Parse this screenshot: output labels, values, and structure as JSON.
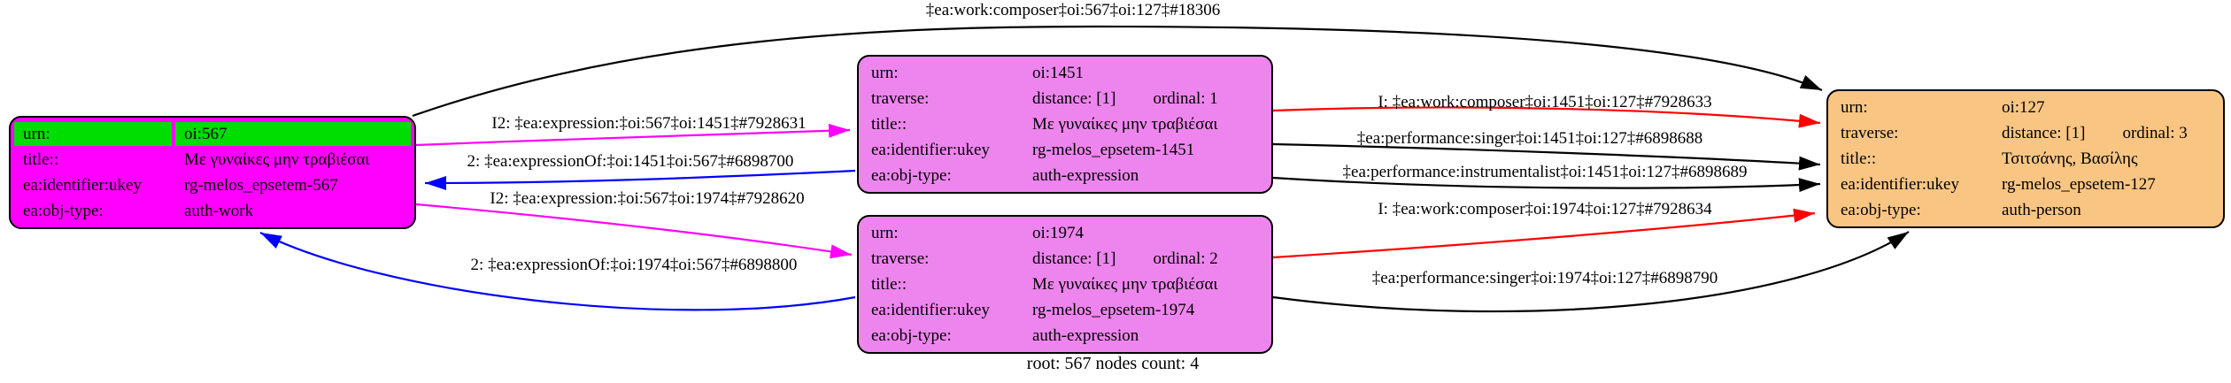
{
  "graph": {
    "caption": "root: 567 nodes count: 4",
    "colors": {
      "background": "#ffffff",
      "edge_black": "#000000",
      "edge_red": "#ff0000",
      "edge_magenta": "#ff00ff",
      "edge_blue": "#0000ff",
      "node_work_fill": "#ff00ff",
      "node_work_header_fill": "#00dd00",
      "node_expression_fill": "#ee85ee",
      "node_person_fill": "#f9c583",
      "node_border": "#000000"
    },
    "nodes": [
      {
        "id": "oi:567",
        "type": "auth-work",
        "rows": [
          {
            "key": "urn:",
            "value": "oi:567"
          },
          {
            "key": "title::",
            "value": "Με γυναίκες μην τραβιέσαι"
          },
          {
            "key": "ea:identifier:ukey",
            "value": "rg-melos_epsetem-567"
          },
          {
            "key": "ea:obj-type:",
            "value": "auth-work"
          }
        ]
      },
      {
        "id": "oi:1451",
        "type": "auth-expression",
        "rows": [
          {
            "key": "urn:",
            "value": "oi:1451"
          },
          {
            "key": "traverse:",
            "value": "distance: [1]",
            "value2": "ordinal: 1"
          },
          {
            "key": "title::",
            "value": "Με γυναίκες μην τραβιέσαι"
          },
          {
            "key": "ea:identifier:ukey",
            "value": "rg-melos_epsetem-1451"
          },
          {
            "key": "ea:obj-type:",
            "value": "auth-expression"
          }
        ]
      },
      {
        "id": "oi:1974",
        "type": "auth-expression",
        "rows": [
          {
            "key": "urn:",
            "value": "oi:1974"
          },
          {
            "key": "traverse:",
            "value": "distance: [1]",
            "value2": "ordinal: 2"
          },
          {
            "key": "title::",
            "value": "Με γυναίκες μην τραβιέσαι"
          },
          {
            "key": "ea:identifier:ukey",
            "value": "rg-melos_epsetem-1974"
          },
          {
            "key": "ea:obj-type:",
            "value": "auth-expression"
          }
        ]
      },
      {
        "id": "oi:127",
        "type": "auth-person",
        "rows": [
          {
            "key": "urn:",
            "value": "oi:127"
          },
          {
            "key": "traverse:",
            "value": "distance: [1]",
            "value2": "ordinal: 3"
          },
          {
            "key": "title::",
            "value": "Τσιτσάνης, Βασίλης"
          },
          {
            "key": "ea:identifier:ukey",
            "value": "rg-melos_epsetem-127"
          },
          {
            "key": "ea:obj-type:",
            "value": "auth-person"
          }
        ]
      }
    ],
    "edges": [
      {
        "id": "work-composer-567-127",
        "label": "‡ea:work:composer‡oi:567‡oi:127‡#18306",
        "color": "#000000"
      },
      {
        "id": "expression-567-1451",
        "label": "I2: ‡ea:expression:‡oi:567‡oi:1451‡#7928631",
        "color": "#ff00ff"
      },
      {
        "id": "expressionOf-1451-567",
        "label": "2: ‡ea:expressionOf:‡oi:1451‡oi:567‡#6898700",
        "color": "#0000ff"
      },
      {
        "id": "expression-567-1974",
        "label": "I2: ‡ea:expression:‡oi:567‡oi:1974‡#7928620",
        "color": "#ff00ff"
      },
      {
        "id": "expressionOf-1974-567",
        "label": "2: ‡ea:expressionOf:‡oi:1974‡oi:567‡#6898800",
        "color": "#0000ff"
      },
      {
        "id": "work-composer-1451-127",
        "label": "I: ‡ea:work:composer‡oi:1451‡oi:127‡#7928633",
        "color": "#ff0000"
      },
      {
        "id": "performance-singer-1451-127",
        "label": "‡ea:performance:singer‡oi:1451‡oi:127‡#6898688",
        "color": "#000000"
      },
      {
        "id": "performance-instrumentalist-1451-127",
        "label": "‡ea:performance:instrumentalist‡oi:1451‡oi:127‡#6898689",
        "color": "#000000"
      },
      {
        "id": "work-composer-1974-127",
        "label": "I: ‡ea:work:composer‡oi:1974‡oi:127‡#7928634",
        "color": "#ff0000"
      },
      {
        "id": "performance-singer-1974-127",
        "label": "‡ea:performance:singer‡oi:1974‡oi:127‡#6898790",
        "color": "#000000"
      }
    ]
  }
}
